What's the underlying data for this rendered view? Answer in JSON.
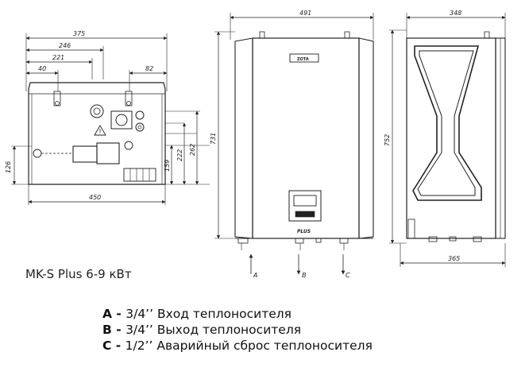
{
  "model_caption": "MK-S Plus 6-9 кВт",
  "dimensions": {
    "d375": "375",
    "d246": "246",
    "d221": "221",
    "d40": "40",
    "d82": "82",
    "d126": "126",
    "d159": "159",
    "d222": "222",
    "d262": "262",
    "d450": "450",
    "d491": "491",
    "d731": "731",
    "d752": "752",
    "d348": "348",
    "d365": "365"
  },
  "port_labels": {
    "a": "A",
    "b": "B",
    "c": "C"
  },
  "front_brand": "ZOTA",
  "front_badge": "PLUS",
  "legend": [
    {
      "key": "A",
      "dash": " - ",
      "text": "3/4’’ Вход теплоносителя"
    },
    {
      "key": "B",
      "dash": " - ",
      "text": "3/4’’ Выход теплоносителя"
    },
    {
      "key": "C",
      "dash": " - ",
      "text": "1/2’’ Аварийный сброс теплоносителя"
    }
  ]
}
